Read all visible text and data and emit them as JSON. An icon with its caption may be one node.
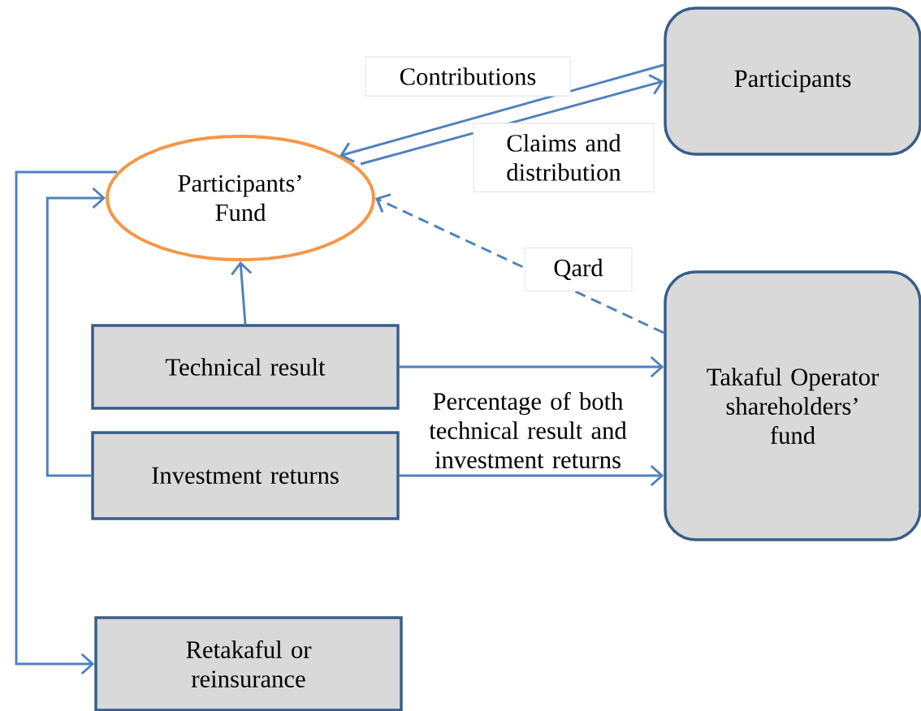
{
  "diagram": {
    "nodes": [
      {
        "text": [
          "Participants"
        ]
      },
      {
        "text": [
          "Participants’ Fund"
        ]
      },
      {
        "text": [
          "Takaful Operator shareholders’ fund"
        ]
      },
      {
        "text": [
          "Technical result"
        ]
      },
      {
        "text": [
          "Investment returns"
        ]
      },
      {
        "text": [
          "Retakaful or reinsurance"
        ]
      }
    ],
    "edges": [
      {
        "from": 0,
        "to": 1,
        "arrow": "to",
        "label": "Contributions"
      },
      {
        "from": 1,
        "to": 0,
        "arrow": "to",
        "label": "Claims and distribution"
      },
      {
        "from": 2,
        "to": 1,
        "arrow": "to",
        "label": "Qard",
        "style": "dashed"
      },
      {
        "from": 3,
        "to": 1,
        "arrow": "to"
      },
      {
        "from": 3,
        "to": 2,
        "arrow": "to",
        "label": "Percentage of both technical result and investment returns"
      },
      {
        "from": 4,
        "to": 2,
        "arrow": "to"
      },
      {
        "from": 4,
        "to": 1,
        "arrow": "to"
      },
      {
        "from": 1,
        "to": 5,
        "arrow": "to"
      }
    ]
  }
}
